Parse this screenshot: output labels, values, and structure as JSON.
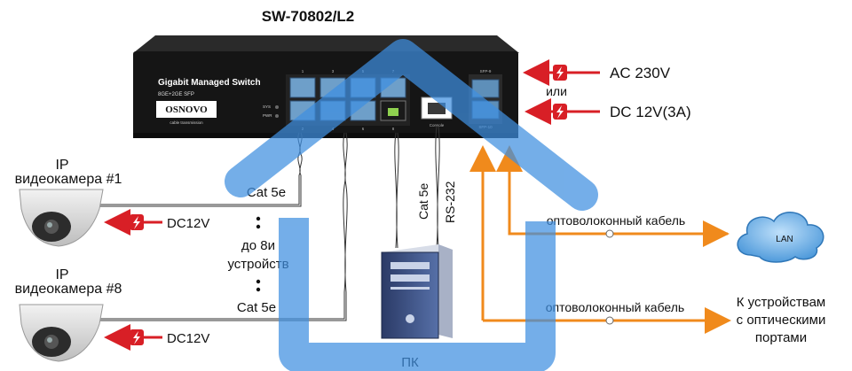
{
  "title": "SW-70802/L2",
  "switch": {
    "name": "Gigabit Managed Switch",
    "ports": "8GE+2GE SFP",
    "brand": "OSNOVO",
    "brand_sub": "cable transmission",
    "sys_led": "SYS",
    "pwr_led": "PWR",
    "console_label": "Console",
    "sfp9_label": "SFP-9",
    "sfp10_label": "SFP-10",
    "port_top_labels": [
      "1",
      "3",
      "5",
      "7"
    ],
    "port_bottom_labels": [
      "2",
      "4",
      "6",
      "8"
    ]
  },
  "power": {
    "ac": "AC 230V",
    "or": "или",
    "dc": "DC 12V(3A)"
  },
  "camera1": {
    "line1": "IP",
    "line2": "видеокамера  #1",
    "power": "DC12V",
    "cable": "Cat 5e"
  },
  "camera8": {
    "line1": "IP",
    "line2": "видеокамера  #8",
    "power": "DC12V",
    "cable": "Cat 5e"
  },
  "middle": {
    "line1": "до 8и",
    "line2": "устройств"
  },
  "pc": {
    "label": "ПК",
    "cable1": "Cat 5e",
    "cable2": "RS-232"
  },
  "fiber": {
    "label1": "оптоволоконный кабель",
    "label2": "оптоволоконный кабель"
  },
  "lan": "LAN",
  "optical": {
    "line1": "К устройствам",
    "line2": "с оптическими",
    "line3": "портами"
  },
  "colors": {
    "watermark": "#3f8fe0",
    "fiber_arrow": "#f08a1c",
    "power_red": "#d81f26",
    "switch_body": "#1a1a1a",
    "port_blue": "#6e9fc9",
    "cloud": "#5aa6e0"
  },
  "icons": [
    "house-watermark-icon",
    "lightning-icon",
    "dome-camera-icon",
    "pc-tower-icon",
    "lan-cloud-icon"
  ]
}
